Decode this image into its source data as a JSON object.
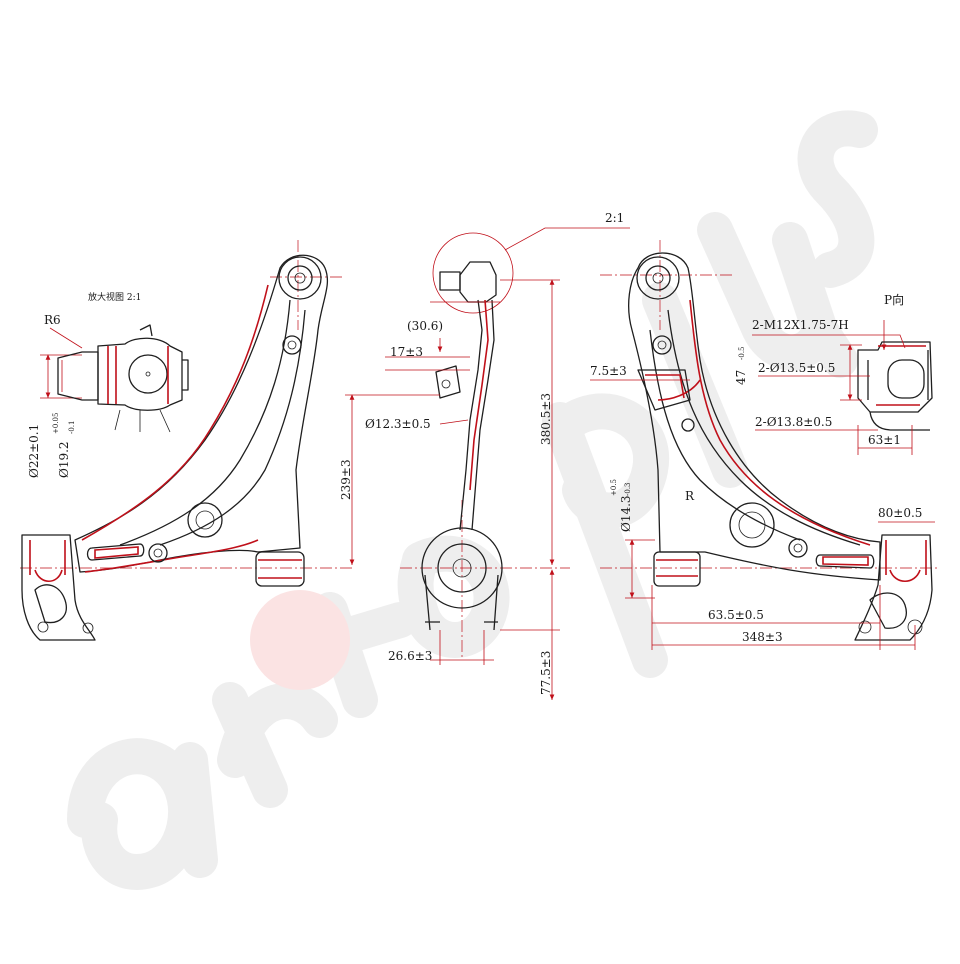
{
  "watermark": {
    "text": "autoplus",
    "color": "#eeeeee"
  },
  "colors": {
    "line": "#1f1f1f",
    "accent": "#c0101a",
    "background": "#ffffff"
  },
  "detail_view": {
    "title": "放大视图 2:1",
    "radius": "R6",
    "dia_outer": "Ø22±0.1",
    "dia_inner": "Ø19.2",
    "dia_inner_tol_top": "+0.05",
    "dia_inner_tol_bot": "-0.1"
  },
  "side_view": {
    "scale_callout": "2:1",
    "dim_306": "(30.6)",
    "dim_17": "17±3",
    "dim_123": "Ø12.3±0.5",
    "dim_239": "239±3",
    "dim_3805": "380.5±3",
    "dim_266": "26.6±3",
    "dim_775": "77.5±3"
  },
  "right_view": {
    "mark_r": "R",
    "p_view": "P向",
    "thread": "2-M12X1.75-7H",
    "dim_47": "47",
    "dim_47_tol": "-0.5",
    "hole_135": "2-Ø13.5±0.5",
    "hole_138": "2-Ø13.8±0.5",
    "dim_63": "63±1",
    "dim_75": "7.5±3",
    "dim_143": "Ø14.3",
    "dim_143_tol_top": "+0.5",
    "dim_143_tol_bot": "-0.3",
    "dim_80": "80±0.5",
    "dim_635": "63.5±0.5",
    "dim_348": "348±3"
  }
}
